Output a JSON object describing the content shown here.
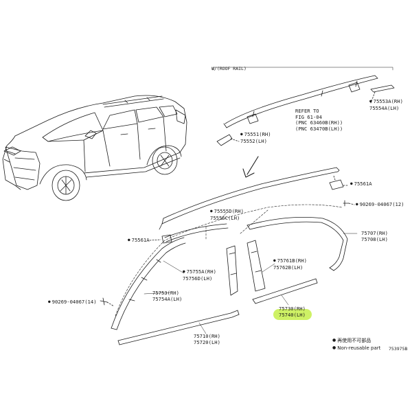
{
  "labels": {
    "roof_rail": "W/(ROOF RAIL)",
    "refer": "REFER TO\nFIG 61-04\n(PNC 63460B(RH))\n(PNC 63470B(LH))",
    "p75553": "75553A(RH)\n75554A(LH)",
    "p75551": "75551(RH)\n75552(LH)",
    "p75561_right": "75561A",
    "p90269_12": "90269-04067(12)",
    "p75555": "75555D(RH)\n75556C(LH)",
    "p75707": "75707(RH)\n75708(LH)",
    "p75561_left": "75561A",
    "p75761": "75761B(RH)\n75762B(LH)",
    "p75755": "75755A(RH)\n75756D(LH)",
    "p75753": "75753(RH)\n75754A(LH)",
    "p90269_14": "90269-04067(14)",
    "p75730": "75730(RH)\n75740(LH)",
    "p75710": "75710(RH)\n75720(LH)",
    "legend_jp": "再使用不可部品",
    "legend_en": "Non-reusable part",
    "diagram_code": "753975B"
  },
  "colors": {
    "line": "#1a1a1a",
    "highlight": "#c6ef4a"
  }
}
